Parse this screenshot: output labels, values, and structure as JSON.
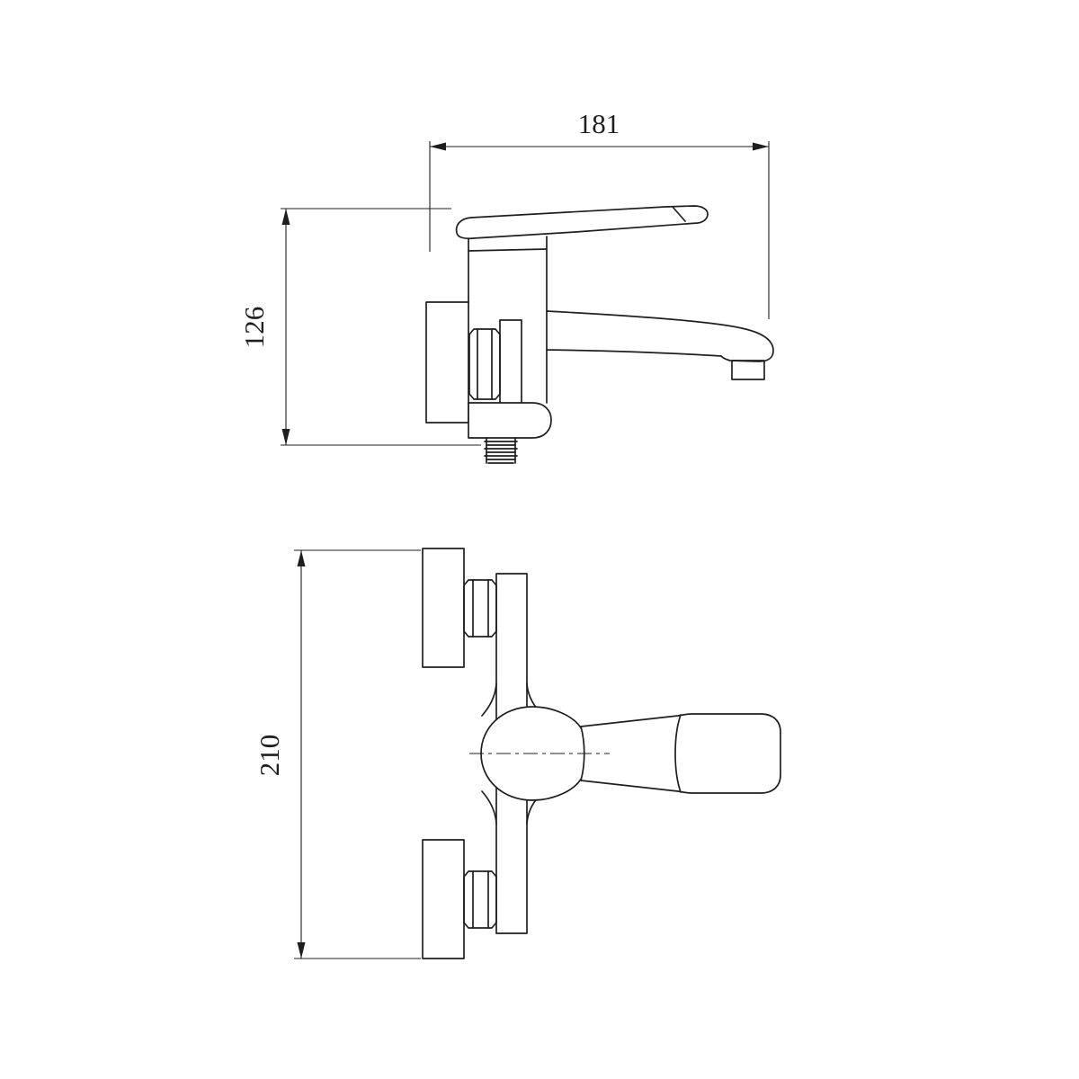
{
  "drawing": {
    "background_color": "#ffffff",
    "line_color": "#1f1f1f",
    "subject": "wall-mounted single-lever bath faucet, two orthographic views",
    "dimension_labels": {
      "overall_width": "181",
      "side_height": "126",
      "plan_length": "210"
    }
  }
}
